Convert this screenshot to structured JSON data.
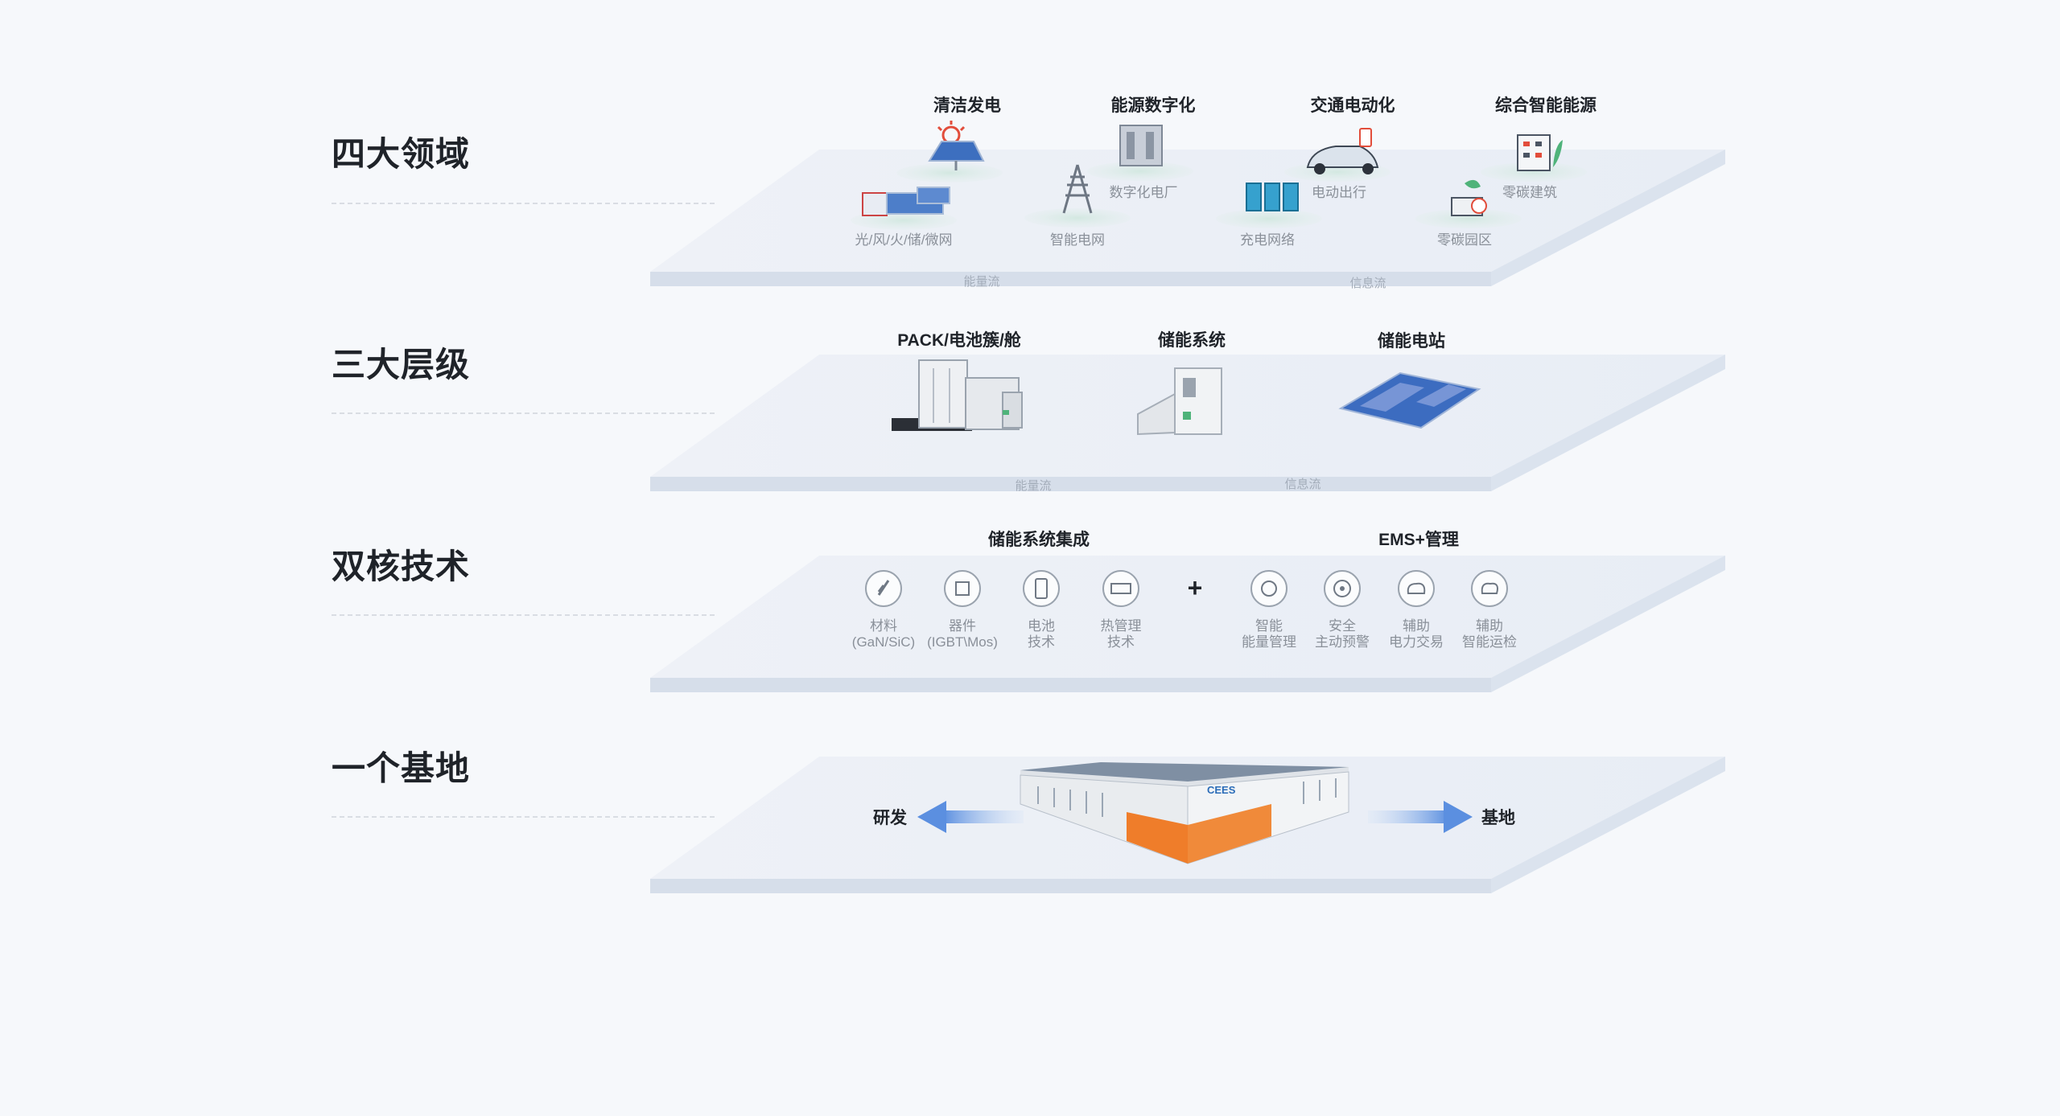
{
  "rows": [
    {
      "title": "四大领域"
    },
    {
      "title": "三大层级"
    },
    {
      "title": "双核技术"
    },
    {
      "title": "一个基地"
    }
  ],
  "domains": {
    "headers": [
      "清洁发电",
      "能源数字化",
      "交通电动化",
      "综合智能能源"
    ],
    "items": [
      "光/风/火/储/微网",
      "智能电网",
      "数字化电厂",
      "充电网络",
      "电动出行",
      "零碳园区",
      "零碳建筑"
    ],
    "flows": [
      "能量流",
      "信息流"
    ]
  },
  "levels": {
    "items": [
      "PACK/电池簇/舱",
      "储能系统",
      "储能电站"
    ],
    "flows": [
      "能量流",
      "信息流"
    ]
  },
  "tech": {
    "group_a": "储能系统集成",
    "group_b": "EMS+管理",
    "plus": "+",
    "items_a": [
      {
        "line1": "材料",
        "line2": "(GaN/SiC)"
      },
      {
        "line1": "器件",
        "line2": "(IGBT\\Mos)"
      },
      {
        "line1": "电池",
        "line2": "技术"
      },
      {
        "line1": "热管理",
        "line2": "技术"
      }
    ],
    "items_b": [
      {
        "line1": "智能",
        "line2": "能量管理"
      },
      {
        "line1": "安全",
        "line2": "主动预警"
      },
      {
        "line1": "辅助",
        "line2": "电力交易"
      },
      {
        "line1": "辅助",
        "line2": "智能运检"
      }
    ]
  },
  "base": {
    "left": "研发",
    "right": "基地",
    "logo": "CEES"
  }
}
